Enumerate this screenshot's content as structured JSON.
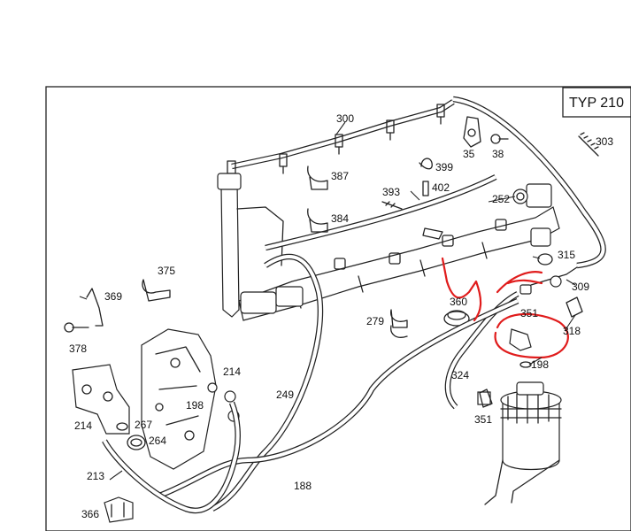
{
  "type_label": "TYP 210",
  "colors": {
    "line": "#222222",
    "markup": "#e01c1c",
    "background": "#ffffff"
  },
  "parts": {
    "p300": "300",
    "p303": "303",
    "p35": "35",
    "p38": "38",
    "p399": "399",
    "p387": "387",
    "p402": "402",
    "p393": "393",
    "p252": "252",
    "p384": "384",
    "p315": "315",
    "p309": "309",
    "p375": "375",
    "p369": "369",
    "p360": "360",
    "p351a": "351",
    "p318": "318",
    "p279": "279",
    "p378": "378",
    "p198a": "198",
    "p324": "324",
    "p214a": "214",
    "p198b": "198",
    "p249": "249",
    "p351b": "351",
    "p214b": "214",
    "p267": "267",
    "p264": "264",
    "p213": "213",
    "p188": "188",
    "p366": "366"
  }
}
